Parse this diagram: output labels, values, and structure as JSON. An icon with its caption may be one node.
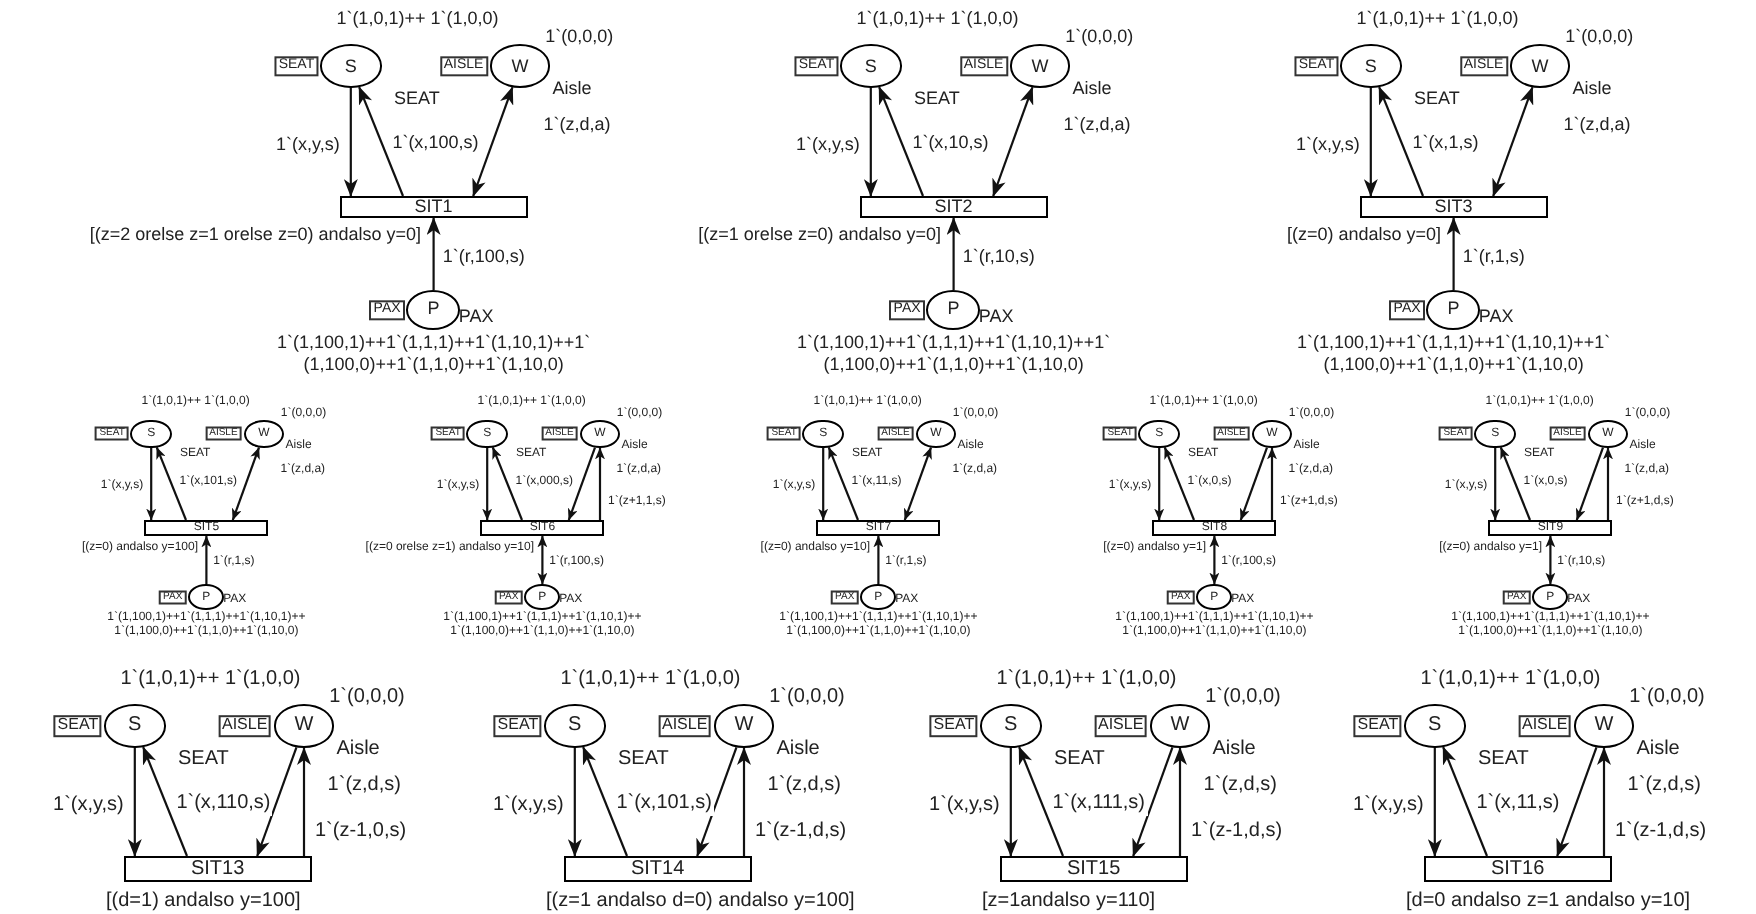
{
  "diagram": {
    "nodes": [
      {
        "text": [
          "S"
        ],
        "beside": [
          "1`(1,0,1)++ 1`(1,0,0)",
          "SEAT"
        ]
      },
      {
        "text": [
          "SEAT"
        ]
      },
      {
        "text": [
          "W"
        ],
        "beside": [
          "1`(0,0,0)",
          "Aisle"
        ]
      },
      {
        "text": [
          "AISLE"
        ]
      },
      {
        "text": [
          "SIT1"
        ],
        "beside": [
          "[(z=2 orelse z=1 orelse z=0) andalso y=0]"
        ]
      },
      {
        "text": [
          "P"
        ],
        "beside": [
          "PAX",
          "1`(1,100,1)++1`(1,1,1)++1`(1,10,1)++1`(1,100,0)++1`(1,1,0)++1`(1,10,0)"
        ]
      },
      {
        "text": [
          "PAX"
        ]
      },
      {
        "text": [
          "S"
        ],
        "beside": [
          "1`(1,0,1)++ 1`(1,0,0)",
          "SEAT"
        ]
      },
      {
        "text": [
          "SEAT"
        ]
      },
      {
        "text": [
          "W"
        ],
        "beside": [
          "1`(0,0,0)",
          "Aisle"
        ]
      },
      {
        "text": [
          "AISLE"
        ]
      },
      {
        "text": [
          "SIT2"
        ],
        "beside": [
          "[(z=1 orelse z=0) andalso y=0]"
        ]
      },
      {
        "text": [
          "P"
        ],
        "beside": [
          "PAX",
          "1`(1,100,1)++1`(1,1,1)++1`(1,10,1)++1`(1,100,0)++1`(1,1,0)++1`(1,10,0)"
        ]
      },
      {
        "text": [
          "PAX"
        ]
      },
      {
        "text": [
          "S"
        ],
        "beside": [
          "1`(1,0,1)++ 1`(1,0,0)",
          "SEAT"
        ]
      },
      {
        "text": [
          "SEAT"
        ]
      },
      {
        "text": [
          "W"
        ],
        "beside": [
          "1`(0,0,0)",
          "Aisle"
        ]
      },
      {
        "text": [
          "AISLE"
        ]
      },
      {
        "text": [
          "SIT3"
        ],
        "beside": [
          "[(z=0) andalso y=0]"
        ]
      },
      {
        "text": [
          "P"
        ],
        "beside": [
          "PAX",
          "1`(1,100,1)++1`(1,1,1)++1`(1,10,1)++1`(1,100,0)++1`(1,1,0)++1`(1,10,0)"
        ]
      },
      {
        "text": [
          "PAX"
        ]
      },
      {
        "text": [
          "S"
        ],
        "beside": [
          "1`(1,0,1)++ 1`(1,0,0)",
          "SEAT"
        ]
      },
      {
        "text": [
          "SEAT"
        ]
      },
      {
        "text": [
          "W"
        ],
        "beside": [
          "1`(0,0,0)",
          "Aisle"
        ]
      },
      {
        "text": [
          "AISLE"
        ]
      },
      {
        "text": [
          "SIT5"
        ],
        "beside": [
          "[(z=0) andalso y=100]"
        ]
      },
      {
        "text": [
          "P"
        ],
        "beside": [
          "PAX",
          "1`(1,100,1)++1`(1,1,1)++1`(1,10,1)++1`(1,100,0)++1`(1,1,0)++1`(1,10,0)"
        ]
      },
      {
        "text": [
          "PAX"
        ]
      },
      {
        "text": [
          "S"
        ],
        "beside": [
          "1`(1,0,1)++ 1`(1,0,0)",
          "SEAT"
        ]
      },
      {
        "text": [
          "SEAT"
        ]
      },
      {
        "text": [
          "W"
        ],
        "beside": [
          "1`(0,0,0)",
          "Aisle"
        ]
      },
      {
        "text": [
          "AISLE"
        ]
      },
      {
        "text": [
          "SIT6"
        ],
        "beside": [
          "[(z=0 orelse z=1) andalso y=10]"
        ]
      },
      {
        "text": [
          "P"
        ],
        "beside": [
          "PAX",
          "1`(1,100,1)++1`(1,1,1)++1`(1,10,1)++1`(1,100,0)++1`(1,1,0)++1`(1,10,0)"
        ]
      },
      {
        "text": [
          "PAX"
        ]
      },
      {
        "text": [
          "S"
        ],
        "beside": [
          "1`(1,0,1)++ 1`(1,0,0)",
          "SEAT"
        ]
      },
      {
        "text": [
          "SEAT"
        ]
      },
      {
        "text": [
          "W"
        ],
        "beside": [
          "1`(0,0,0)",
          "Aisle"
        ]
      },
      {
        "text": [
          "AISLE"
        ]
      },
      {
        "text": [
          "SIT7"
        ],
        "beside": [
          "[(z=0) andalso y=10]"
        ]
      },
      {
        "text": [
          "P"
        ],
        "beside": [
          "PAX",
          "1`(1,100,1)++1`(1,1,1)++1`(1,10,1)++1`(1,100,0)++1`(1,1,0)++1`(1,10,0)"
        ]
      },
      {
        "text": [
          "PAX"
        ]
      },
      {
        "text": [
          "S"
        ],
        "beside": [
          "1`(1,0,1)++ 1`(1,0,0)",
          "SEAT"
        ]
      },
      {
        "text": [
          "SEAT"
        ]
      },
      {
        "text": [
          "W"
        ],
        "beside": [
          "1`(0,0,0)",
          "Aisle"
        ]
      },
      {
        "text": [
          "AISLE"
        ]
      },
      {
        "text": [
          "SIT8"
        ],
        "beside": [
          "[(z=0) andalso y=1]"
        ]
      },
      {
        "text": [
          "P"
        ],
        "beside": [
          "PAX",
          "1`(1,100,1)++1`(1,1,1)++1`(1,10,1)++1`(1,100,0)++1`(1,1,0)++1`(1,10,0)"
        ]
      },
      {
        "text": [
          "PAX"
        ]
      },
      {
        "text": [
          "S"
        ],
        "beside": [
          "1`(1,0,1)++ 1`(1,0,0)",
          "SEAT"
        ]
      },
      {
        "text": [
          "SEAT"
        ]
      },
      {
        "text": [
          "W"
        ],
        "beside": [
          "1`(0,0,0)",
          "Aisle"
        ]
      },
      {
        "text": [
          "AISLE"
        ]
      },
      {
        "text": [
          "SIT9"
        ],
        "beside": [
          "[(z=0) andalso y=1]"
        ]
      },
      {
        "text": [
          "P"
        ],
        "beside": [
          "PAX",
          "1`(1,100,1)++1`(1,1,1)++1`(1,10,1)++1`(1,100,0)++1`(1,1,0)++1`(1,10,0)"
        ]
      },
      {
        "text": [
          "PAX"
        ]
      },
      {
        "text": [
          "S"
        ],
        "beside": [
          "1`(1,0,1)++ 1`(1,0,0)",
          "SEAT"
        ]
      },
      {
        "text": [
          "SEAT"
        ]
      },
      {
        "text": [
          "W"
        ],
        "beside": [
          "1`(0,0,0)",
          "Aisle"
        ]
      },
      {
        "text": [
          "AISLE"
        ]
      },
      {
        "text": [
          "SIT13"
        ],
        "beside": [
          "[(d=1) andalso y=100]"
        ]
      },
      {
        "text": [
          "S"
        ],
        "beside": [
          "1`(1,0,1)++ 1`(1,0,0)",
          "SEAT"
        ]
      },
      {
        "text": [
          "SEAT"
        ]
      },
      {
        "text": [
          "W"
        ],
        "beside": [
          "1`(0,0,0)",
          "Aisle"
        ]
      },
      {
        "text": [
          "AISLE"
        ]
      },
      {
        "text": [
          "SIT14"
        ],
        "beside": [
          "[(z=1 andalso d=0) andalso y=100]"
        ]
      },
      {
        "text": [
          "S"
        ],
        "beside": [
          "1`(1,0,1)++ 1`(1,0,0)",
          "SEAT"
        ]
      },
      {
        "text": [
          "SEAT"
        ]
      },
      {
        "text": [
          "W"
        ],
        "beside": [
          "1`(0,0,0)",
          "Aisle"
        ]
      },
      {
        "text": [
          "AISLE"
        ]
      },
      {
        "text": [
          "SIT15"
        ],
        "beside": [
          "[z=1andalso y=110]"
        ]
      },
      {
        "text": [
          "S"
        ],
        "beside": [
          "1`(1,0,1)++ 1`(1,0,0)",
          "SEAT"
        ]
      },
      {
        "text": [
          "SEAT"
        ]
      },
      {
        "text": [
          "W"
        ],
        "beside": [
          "1`(0,0,0)",
          "Aisle"
        ]
      },
      {
        "text": [
          "AISLE"
        ]
      },
      {
        "text": [
          "SIT16"
        ],
        "beside": [
          "[d=0 andalso z=1 andalso y=10]"
        ]
      }
    ],
    "edges": [
      {
        "from": 0,
        "to": 4,
        "arrow": "to",
        "label": "1`(x,y,s)"
      },
      {
        "from": 4,
        "to": 0,
        "arrow": "to",
        "label": "1`(x,100,s)"
      },
      {
        "from": 2,
        "to": 4,
        "arrow": "both",
        "label": "1`(z,d,a)"
      },
      {
        "from": 5,
        "to": 4,
        "arrow": "to",
        "label": "1`(r,100,s)"
      },
      {
        "from": 7,
        "to": 11,
        "arrow": "to",
        "label": "1`(x,y,s)"
      },
      {
        "from": 11,
        "to": 7,
        "arrow": "to",
        "label": "1`(x,10,s)"
      },
      {
        "from": 9,
        "to": 11,
        "arrow": "both",
        "label": "1`(z,d,a)"
      },
      {
        "from": 12,
        "to": 11,
        "arrow": "to",
        "label": "1`(r,10,s)"
      },
      {
        "from": 14,
        "to": 18,
        "arrow": "to",
        "label": "1`(x,y,s)"
      },
      {
        "from": 18,
        "to": 14,
        "arrow": "to",
        "label": "1`(x,1,s)"
      },
      {
        "from": 16,
        "to": 18,
        "arrow": "both",
        "label": "1`(z,d,a)"
      },
      {
        "from": 19,
        "to": 18,
        "arrow": "to",
        "label": "1`(r,1,s)"
      },
      {
        "from": 21,
        "to": 25,
        "arrow": "to",
        "label": "1`(x,y,s)"
      },
      {
        "from": 25,
        "to": 21,
        "arrow": "to",
        "label": "1`(x,101,s)"
      },
      {
        "from": 23,
        "to": 25,
        "arrow": "both",
        "label": "1`(z,d,a)"
      },
      {
        "from": 26,
        "to": 25,
        "arrow": "to",
        "label": "1`(r,1,s)"
      },
      {
        "from": 28,
        "to": 32,
        "arrow": "to",
        "label": "1`(x,y,s)"
      },
      {
        "from": 32,
        "to": 28,
        "arrow": "to",
        "label": "1`(x,000,s)"
      },
      {
        "from": 30,
        "to": 32,
        "arrow": "to",
        "label": "1`(z,d,a)"
      },
      {
        "from": 32,
        "to": 30,
        "arrow": "to",
        "label": "1`(z+1,1,s)"
      },
      {
        "from": 33,
        "to": 32,
        "arrow": "both",
        "label": "1`(r,100,s)"
      },
      {
        "from": 35,
        "to": 39,
        "arrow": "to",
        "label": "1`(x,y,s)"
      },
      {
        "from": 39,
        "to": 35,
        "arrow": "to",
        "label": "1`(x,11,s)"
      },
      {
        "from": 37,
        "to": 39,
        "arrow": "both",
        "label": "1`(z,d,a)"
      },
      {
        "from": 40,
        "to": 39,
        "arrow": "to",
        "label": "1`(r,1,s)"
      },
      {
        "from": 42,
        "to": 46,
        "arrow": "to",
        "label": "1`(x,y,s)"
      },
      {
        "from": 46,
        "to": 42,
        "arrow": "to",
        "label": "1`(x,0,s)"
      },
      {
        "from": 44,
        "to": 46,
        "arrow": "to",
        "label": "1`(z,d,a)"
      },
      {
        "from": 46,
        "to": 44,
        "arrow": "to",
        "label": "1`(z+1,d,s)"
      },
      {
        "from": 47,
        "to": 46,
        "arrow": "both",
        "label": "1`(r,100,s)"
      },
      {
        "from": 49,
        "to": 53,
        "arrow": "to",
        "label": "1`(x,y,s)"
      },
      {
        "from": 53,
        "to": 49,
        "arrow": "to",
        "label": "1`(x,0,s)"
      },
      {
        "from": 51,
        "to": 53,
        "arrow": "to",
        "label": "1`(z,d,a)"
      },
      {
        "from": 53,
        "to": 51,
        "arrow": "to",
        "label": "1`(z+1,d,s)"
      },
      {
        "from": 54,
        "to": 53,
        "arrow": "both",
        "label": "1`(r,10,s)"
      },
      {
        "from": 56,
        "to": 60,
        "arrow": "to",
        "label": "1`(x,y,s)"
      },
      {
        "from": 60,
        "to": 56,
        "arrow": "to",
        "label": "1`(x,110,s)"
      },
      {
        "from": 58,
        "to": 60,
        "arrow": "to",
        "label": "1`(z,d,s)"
      },
      {
        "from": 60,
        "to": 58,
        "arrow": "to",
        "label": "1`(z-1,0,s)"
      },
      {
        "from": 61,
        "to": 65,
        "arrow": "to",
        "label": "1`(x,y,s)"
      },
      {
        "from": 65,
        "to": 61,
        "arrow": "to",
        "label": "1`(x,101,s)"
      },
      {
        "from": 63,
        "to": 65,
        "arrow": "to",
        "label": "1`(z,d,s)"
      },
      {
        "from": 65,
        "to": 63,
        "arrow": "to",
        "label": "1`(z-1,d,s)"
      },
      {
        "from": 66,
        "to": 70,
        "arrow": "to",
        "label": "1`(x,y,s)"
      },
      {
        "from": 70,
        "to": 66,
        "arrow": "to",
        "label": "1`(x,111,s)"
      },
      {
        "from": 68,
        "to": 70,
        "arrow": "to",
        "label": "1`(z,d,s)"
      },
      {
        "from": 70,
        "to": 68,
        "arrow": "to",
        "label": "1`(z-1,d,s)"
      },
      {
        "from": 71,
        "to": 75,
        "arrow": "to",
        "label": "1`(x,y,s)"
      },
      {
        "from": 75,
        "to": 71,
        "arrow": "to",
        "label": "1`(x,11,s)"
      },
      {
        "from": 73,
        "to": 75,
        "arrow": "to",
        "label": "1`(z,d,s)"
      },
      {
        "from": 75,
        "to": 73,
        "arrow": "to",
        "label": "1`(z-1,d,s)"
      }
    ]
  }
}
